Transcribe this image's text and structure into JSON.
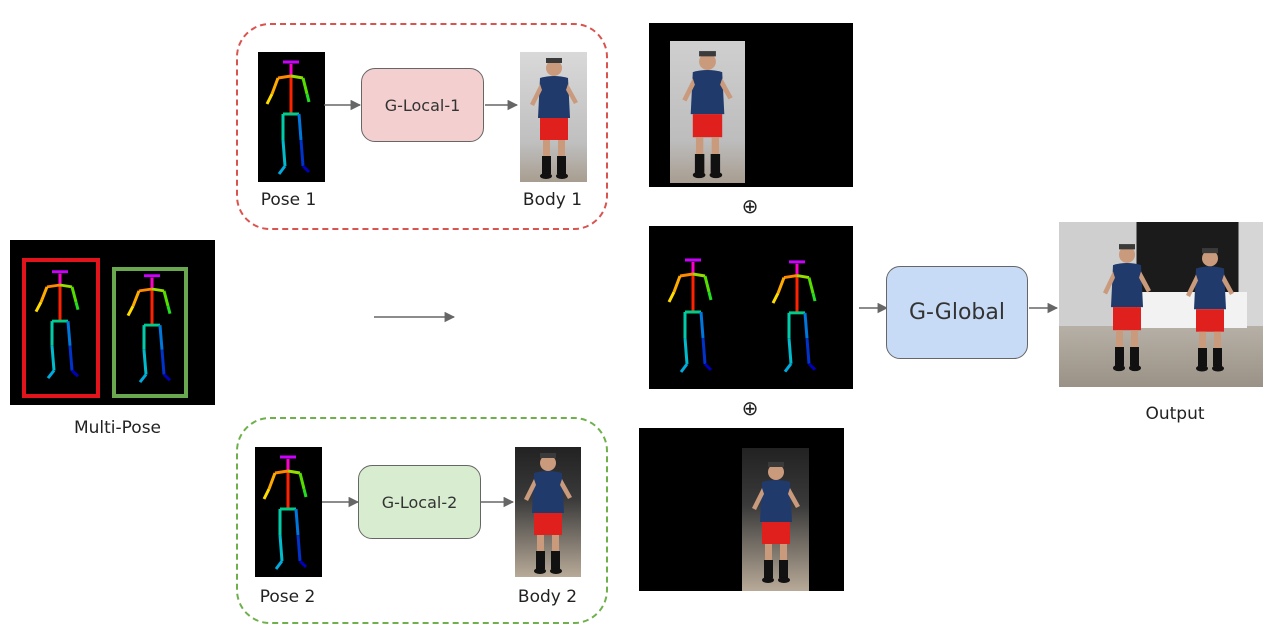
{
  "multi_pose": {
    "label": "Multi-Pose"
  },
  "branch_1": {
    "pose_label": "Pose 1",
    "block_label": "G-Local-1",
    "body_label": "Body 1"
  },
  "branch_2": {
    "pose_label": "Pose 2",
    "block_label": "G-Local-2",
    "body_label": "Body 2"
  },
  "combine": {
    "plus_symbol": "⊕"
  },
  "global": {
    "block_label": "G-Global"
  },
  "output": {
    "label": "Output"
  },
  "colors": {
    "branch_1_border": "#d9534f",
    "branch_2_border": "#6fb04d",
    "g_local_1_fill": "#f3cfcf",
    "g_local_2_fill": "#d8ecd0",
    "g_global_fill": "#c8dbf6",
    "pose_box_1": "#e2141b",
    "pose_box_2": "#6aa84f"
  }
}
